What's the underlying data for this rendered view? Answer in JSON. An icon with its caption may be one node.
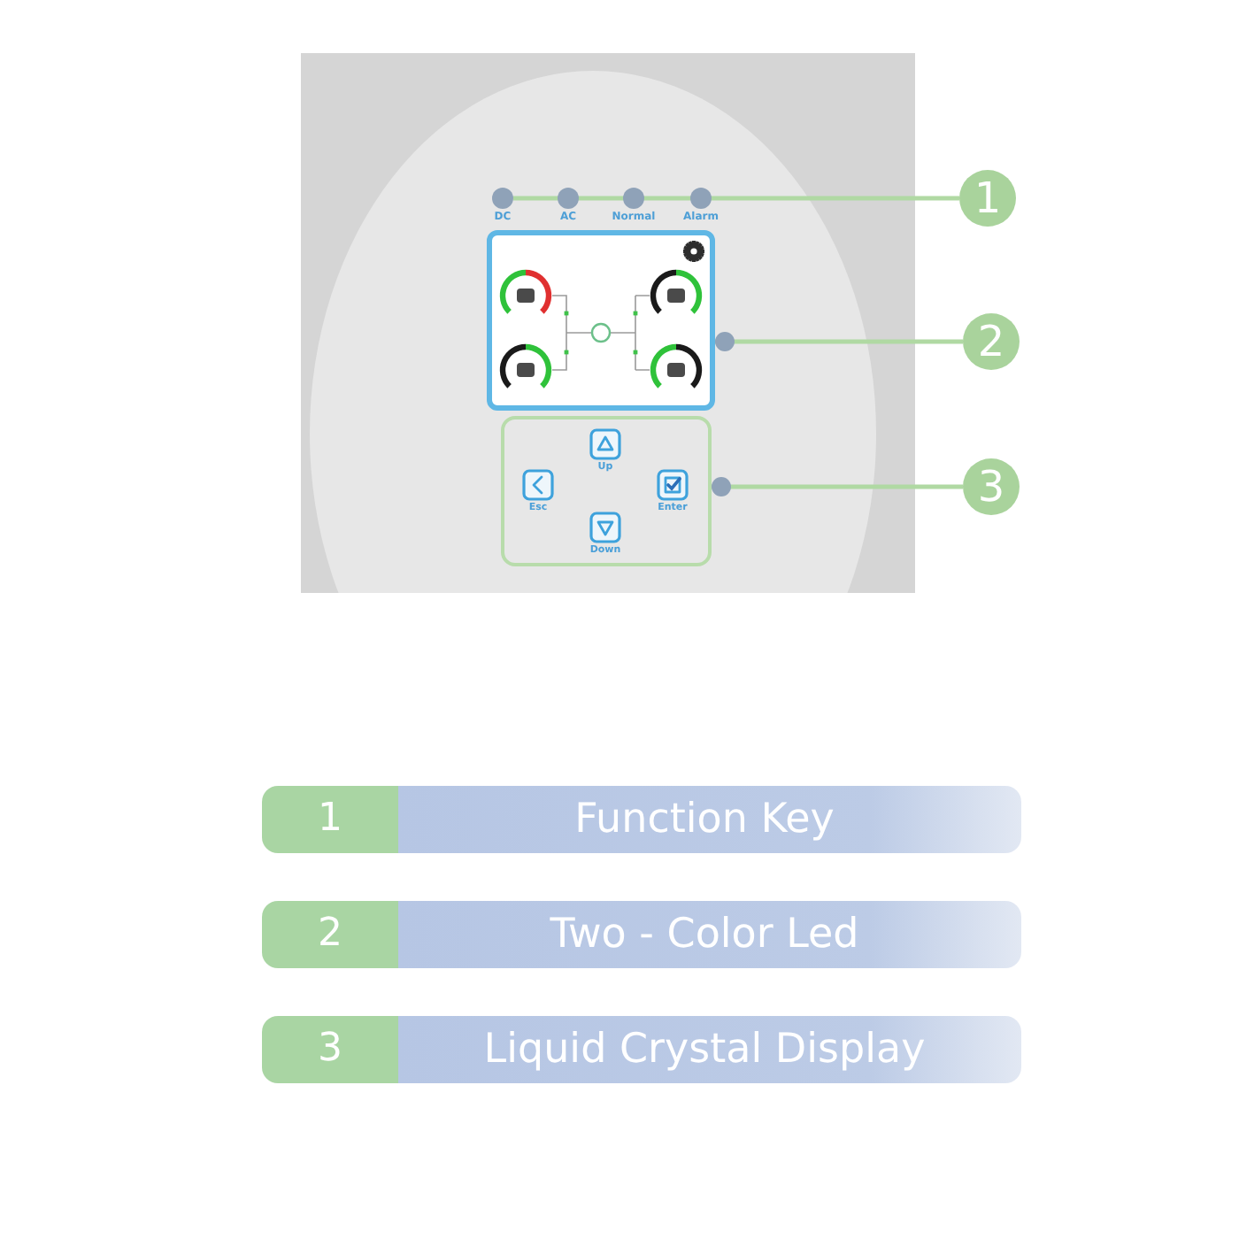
{
  "diagram": {
    "nodes": [
      {
        "text": [
          "DC"
        ]
      },
      {
        "text": [
          "AC"
        ]
      },
      {
        "text": [
          "Normal"
        ]
      },
      {
        "text": [
          "Alarm"
        ]
      },
      {
        "text": [
          "1"
        ]
      },
      {
        "text": [],
        "shape": "box"
      },
      {
        "text": [
          "2"
        ]
      },
      {
        "text": [],
        "shape": "box"
      },
      {
        "text": [
          "Up"
        ],
        "in": 7
      },
      {
        "text": [
          "Esc"
        ],
        "in": 7
      },
      {
        "text": [
          "Enter"
        ],
        "in": 7
      },
      {
        "text": [
          "Down"
        ],
        "in": 7
      },
      {
        "text": [
          "3"
        ]
      },
      {
        "text": [
          "1",
          "Function Key"
        ]
      },
      {
        "text": [
          "2",
          "Two - Color Led"
        ]
      },
      {
        "text": [
          "3",
          "Liquid Crystal Display"
        ]
      }
    ],
    "edges": [
      {
        "from": 4,
        "to": 0,
        "arrow": "none"
      },
      {
        "from": 6,
        "to": 5,
        "arrow": "other"
      },
      {
        "from": 12,
        "to": 7,
        "arrow": "other"
      }
    ]
  }
}
